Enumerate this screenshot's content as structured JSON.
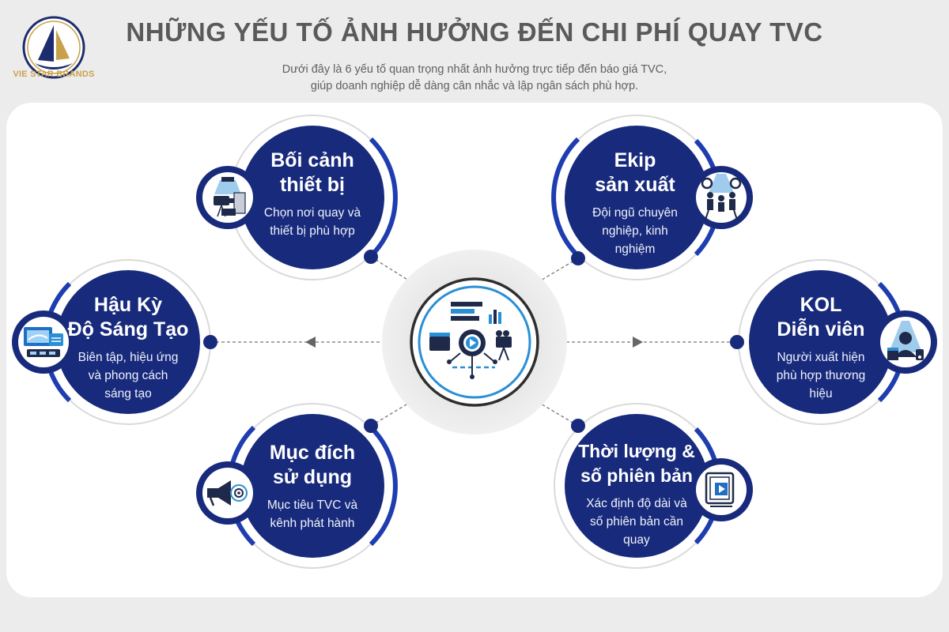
{
  "brand": {
    "logo_text": "VIE STAR BRANDS"
  },
  "header": {
    "title": "NHỮNG YẾU TỐ ẢNH HƯỞNG ĐẾN CHI PHÍ QUAY TVC",
    "subtitle_line1": "Dưới đây là 6 yếu tố quan trọng nhất ảnh hưởng trực tiếp đến báo giá TVC,",
    "subtitle_line2": "giúp doanh nghiệp dễ dàng cân nhắc và lập ngân sách phù hợp."
  },
  "colors": {
    "navy": "#182a7c",
    "blue_accent": "#1e3db0",
    "title_gray": "#5a5a5a"
  },
  "factors": [
    {
      "id": "boi-canh",
      "title_line1": "Bối cảnh",
      "title_line2": "thiết bị",
      "desc_line1": "Chọn nơi quay và",
      "desc_line2": "thiết bị phù hợp",
      "desc_line3": "",
      "icon": "studio-camera-icon"
    },
    {
      "id": "ekip",
      "title_line1": "Ekip",
      "title_line2": "sản xuất",
      "desc_line1": "Đội ngũ chuyên",
      "desc_line2": "nghiệp, kinh",
      "desc_line3": "nghiệm",
      "icon": "film-crew-icon"
    },
    {
      "id": "hau-ky",
      "title_line1": "Hậu Kỳ",
      "title_line2": "Độ Sáng Tạo",
      "desc_line1": "Biên tập, hiệu ứng",
      "desc_line2": "và phong cách",
      "desc_line3": "sáng tạo",
      "icon": "editing-monitor-icon"
    },
    {
      "id": "kol",
      "title_line1": "KOL",
      "title_line2": "Diễn viên",
      "desc_line1": "Người xuất hiện",
      "desc_line2": "phù hợp thương",
      "desc_line3": "hiệu",
      "icon": "actor-spotlight-icon"
    },
    {
      "id": "muc-dich",
      "title_line1": "Mục đích",
      "title_line2": "sử dụng",
      "desc_line1": "Mục tiêu TVC và",
      "desc_line2": "kênh phát hành",
      "desc_line3": "",
      "icon": "megaphone-target-icon"
    },
    {
      "id": "thoi-luong",
      "title_line1": "Thời lượng &",
      "title_line2": "số phiên bản",
      "desc_line1": "Xác định độ dài và",
      "desc_line2": "số phiên bản cần",
      "desc_line3": "quay",
      "icon": "video-versions-icon"
    }
  ],
  "center": {
    "icon": "production-hub-icon"
  }
}
